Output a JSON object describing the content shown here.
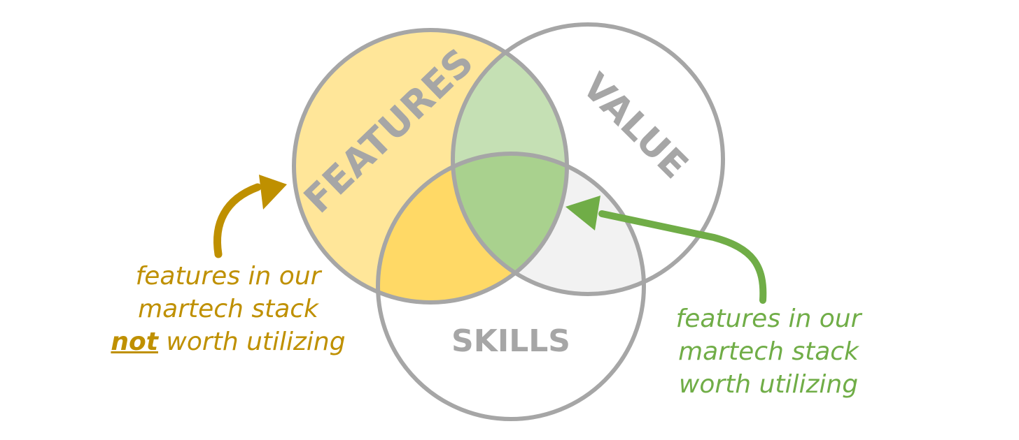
{
  "circles": {
    "features": {
      "label": "FEATURES"
    },
    "value": {
      "label": "VALUE"
    },
    "skills": {
      "label": "SKILLS"
    }
  },
  "annotations": {
    "not_worth": {
      "line1": "features in our",
      "line2": "martech stack",
      "emphasis": "not",
      "line3_rest": " worth utilizing"
    },
    "worth": {
      "line1": "features in our",
      "line2": "martech stack",
      "line3": "worth utilizing"
    }
  },
  "colors": {
    "features_fill": "#ffe699",
    "features_skills_overlap": "#ffd966",
    "features_value_overlap": "#c5e0b4",
    "center_overlap": "#a9d18e",
    "value_skills_overlap": "#f2f2f2",
    "outline": "#a6a6a6",
    "label_text": "#a6a6a6",
    "not_worth_accent": "#bf9000",
    "worth_accent": "#70ad47"
  }
}
